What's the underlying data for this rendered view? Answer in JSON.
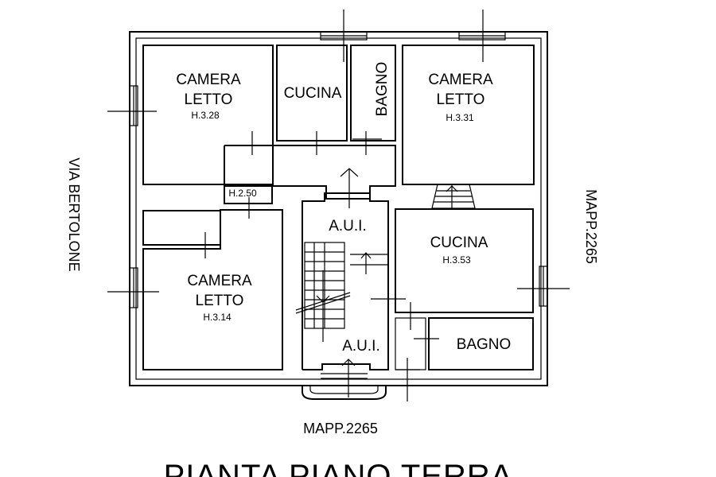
{
  "plan": {
    "rooms": {
      "bedroom_tl": {
        "line1": "CAMERA",
        "line2": "LETTO",
        "height": "H.3.28"
      },
      "kitchen_top": {
        "label": "CUCINA"
      },
      "bath_top": {
        "label": "BAGNO"
      },
      "bedroom_tr": {
        "line1": "CAMERA",
        "line2": "LETTO",
        "height": "H.3.31"
      },
      "small_room": {
        "height": "H.2.50"
      },
      "aui_upper": {
        "label": "A.U.I."
      },
      "kitchen_right": {
        "label": "CUCINA",
        "height": "H.3.53"
      },
      "bedroom_bl": {
        "line1": "CAMERA",
        "line2": "LETTO",
        "height": "H.3.14"
      },
      "aui_lower": {
        "label": "A.U.I."
      },
      "bath_br": {
        "label": "BAGNO"
      }
    },
    "street_label": "VIA BERTOLONE",
    "parcel_right": "MAPP.2265",
    "parcel_bottom": "MAPP.2265",
    "title": "PIANTA PIANO TERRA"
  }
}
